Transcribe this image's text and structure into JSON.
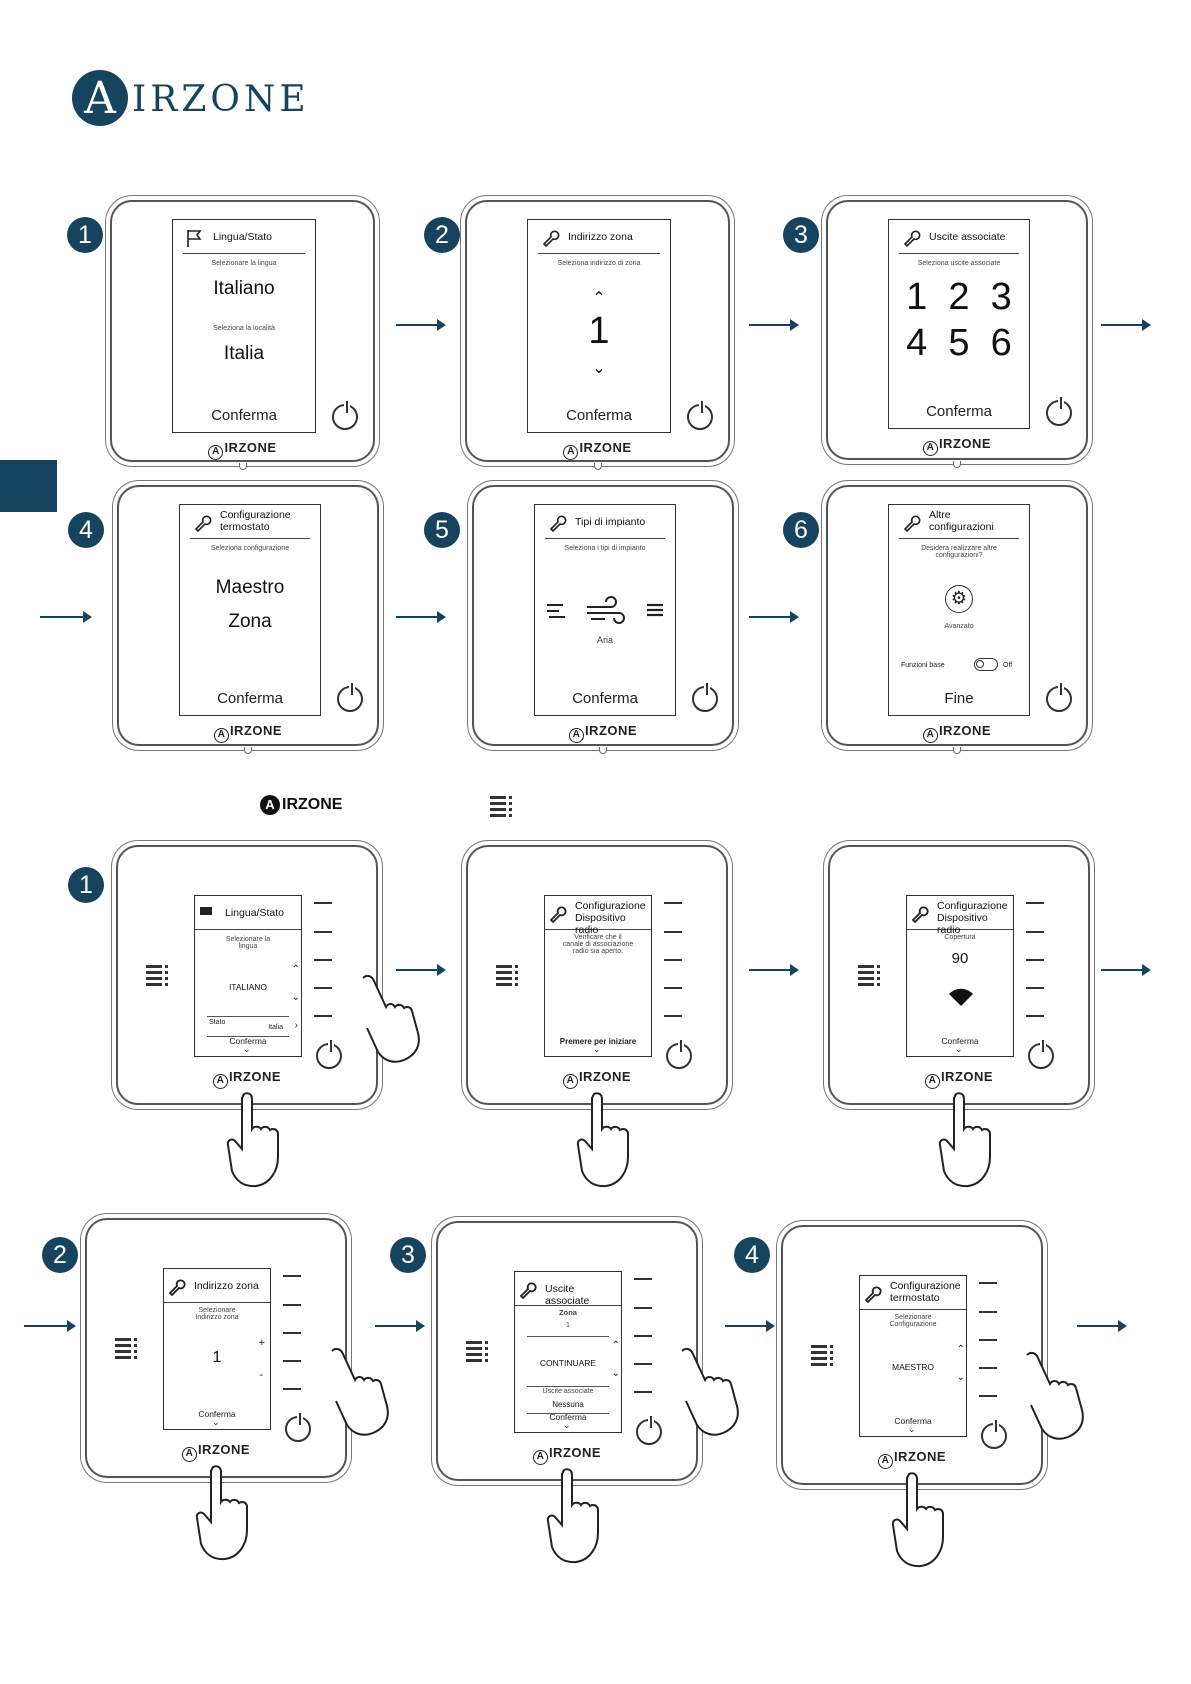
{
  "brand": {
    "name_initial": "A",
    "name_rest": "IRZONE",
    "device_label": "IRZONE",
    "color": "#16435e"
  },
  "section_a": {
    "steps": [
      {
        "num": "1",
        "title": "Lingua/Stato",
        "label1": "Selezionare la lingua",
        "value1": "Italiano",
        "label2": "Seleziona la località",
        "value2": "Italia",
        "footer": "Conferma"
      },
      {
        "num": "2",
        "title": "Indirizzo zona",
        "label1": "Seleziona indirizzo di zona",
        "value1": "1",
        "footer": "Conferma"
      },
      {
        "num": "3",
        "title": "Uscite associate",
        "label1": "Seleziona uscite associate",
        "row1": "1  2  3",
        "row2": "4  5  6",
        "footer": "Conferma"
      },
      {
        "num": "4",
        "title_line1": "Configurazione",
        "title_line2": "termostato",
        "label1": "Seleziona configurazione",
        "value1": "Maestro",
        "value2": "Zona",
        "footer": "Conferma"
      },
      {
        "num": "5",
        "title": "Tipi di impianto",
        "label1": "Seleziona i tipi di impianto",
        "value1": "Aria",
        "footer": "Conferma"
      },
      {
        "num": "6",
        "title_line1": "Altre",
        "title_line2": "configurazioni",
        "label1_line1": "Desidera realizzare altre",
        "label1_line2": "configurazioni?",
        "advanced": "Avanzato",
        "basic": "Funzioni base",
        "toggle": "Off",
        "footer": "Fine"
      }
    ]
  },
  "section_b": {
    "steps": [
      {
        "num": "1",
        "title": "Lingua/Stato",
        "label1_line1": "Selezionare la",
        "label1_line2": "lingua",
        "value1": "ITALIANO",
        "state_label": "Stato",
        "state_value": "Italia",
        "footer": "Conferma"
      },
      {
        "title_line1": "Configurazione",
        "title_line2": "Dispositivo radio",
        "text_line1": "Verificare che il",
        "text_line2": "canale di associazione",
        "text_line3": "radio sia aperto.",
        "footer": "Premere per iniziare"
      },
      {
        "title_line1": "Configurazione",
        "title_line2": "Dispositivo radio",
        "label1": "Copertura",
        "value1": "90",
        "footer": "Conferma"
      },
      {
        "num": "2",
        "title": "Indirizzo zona",
        "label1_line1": "Selezionare",
        "label1_line2": "Indirizzo zona",
        "value1": "1",
        "plus": "+",
        "minus": "-",
        "footer": "Conferma"
      },
      {
        "num": "3",
        "title": "Uscite associate",
        "label1": "Zona",
        "value1": "1",
        "value2": "CONTINUARE",
        "label3": "Uscite associate",
        "value3": "Nessuna",
        "footer": "Conferma"
      },
      {
        "num": "4",
        "title_line1": "Configurazione",
        "title_line2": "termostato",
        "label1_line1": "Selezionare",
        "label1_line2": "Configurazione",
        "value1": "MAESTRO",
        "footer": "Conferma"
      }
    ]
  }
}
